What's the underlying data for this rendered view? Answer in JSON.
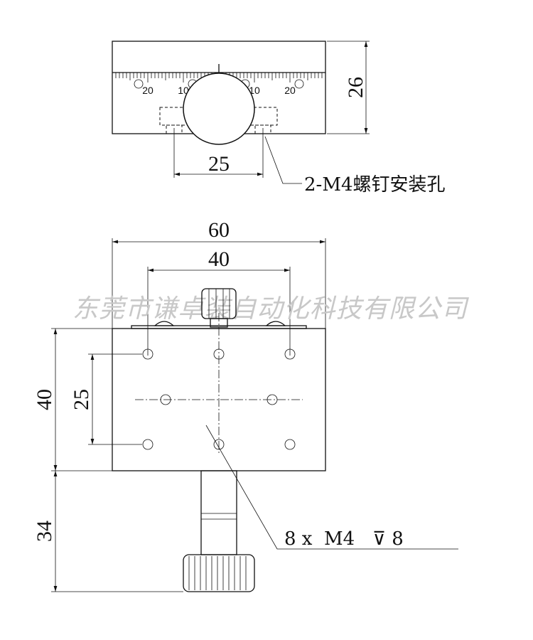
{
  "top_view": {
    "scale_labels": [
      "20",
      "10",
      "10",
      "20"
    ],
    "dim_height": "26",
    "dim_hole_spacing": "25",
    "mount_note": "2-M4螺钉安装孔"
  },
  "front_view": {
    "dim_width": "60",
    "dim_hole_span": "40",
    "dim_height": "40",
    "dim_hole_pitch": "25",
    "dim_knob_length": "34",
    "hole_note": "8 x  M4   ⊽ 8"
  },
  "watermark": "东莞市谦卓装自动化科技有限公司"
}
